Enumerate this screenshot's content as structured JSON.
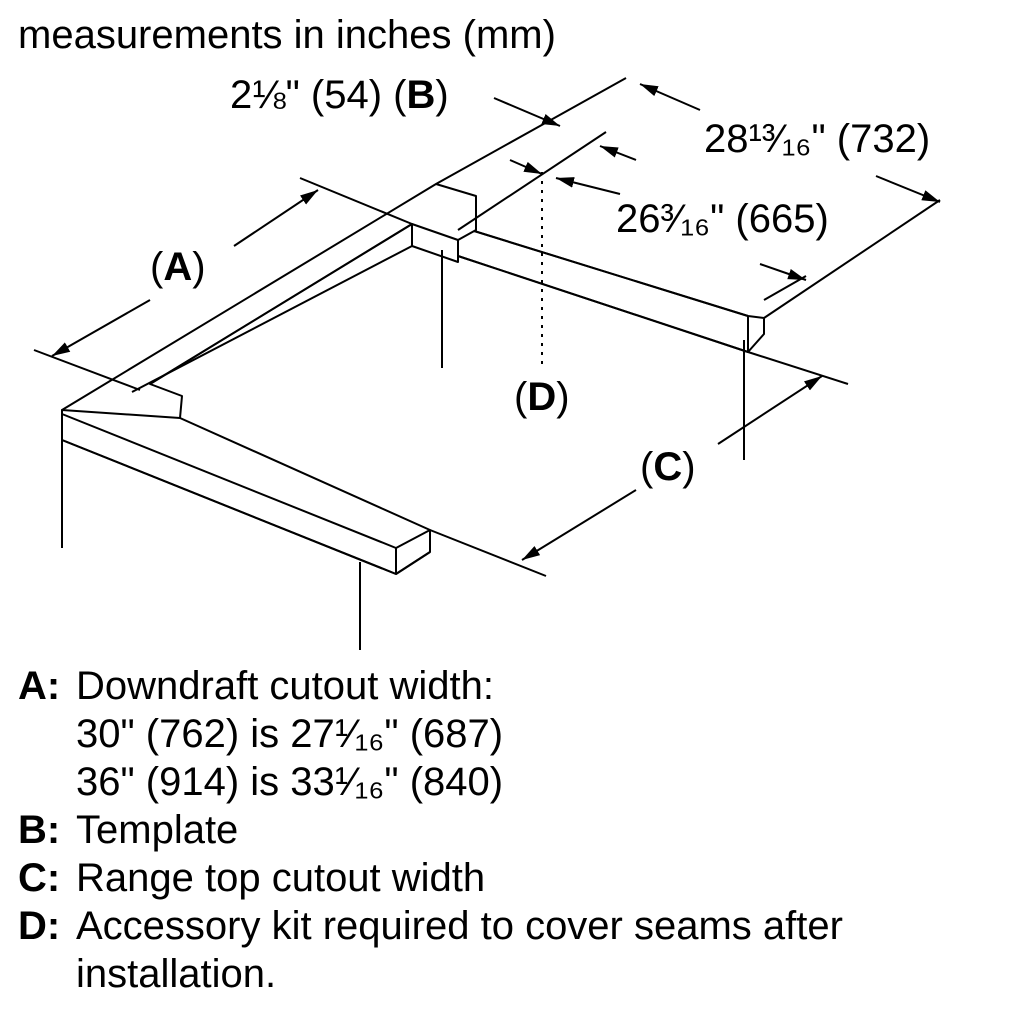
{
  "header": {
    "units_note": "measurements in inches (mm)"
  },
  "dimensions": {
    "b_width": "2⅛\" (54)",
    "b_label": "B",
    "depth_outer": "28¹³⁄₁₆\" (732)",
    "depth_inner": "26³⁄₁₆\" (665)"
  },
  "callouts": {
    "a": "A",
    "c": "C",
    "d": "D"
  },
  "legend": [
    {
      "key": "A:",
      "text": "Downdraft cutout width:",
      "lines": [
        "30\" (762) is 27¹⁄₁₆\" (687)",
        "36\" (914) is 33¹⁄₁₆\" (840)"
      ]
    },
    {
      "key": "B:",
      "text": "Template",
      "lines": []
    },
    {
      "key": "C:",
      "text": "Range top cutout width",
      "lines": []
    },
    {
      "key": "D:",
      "text": "Accessory kit required to cover seams after installation.",
      "lines": []
    }
  ],
  "colors": {
    "ink": "#000000",
    "paper": "#ffffff"
  }
}
